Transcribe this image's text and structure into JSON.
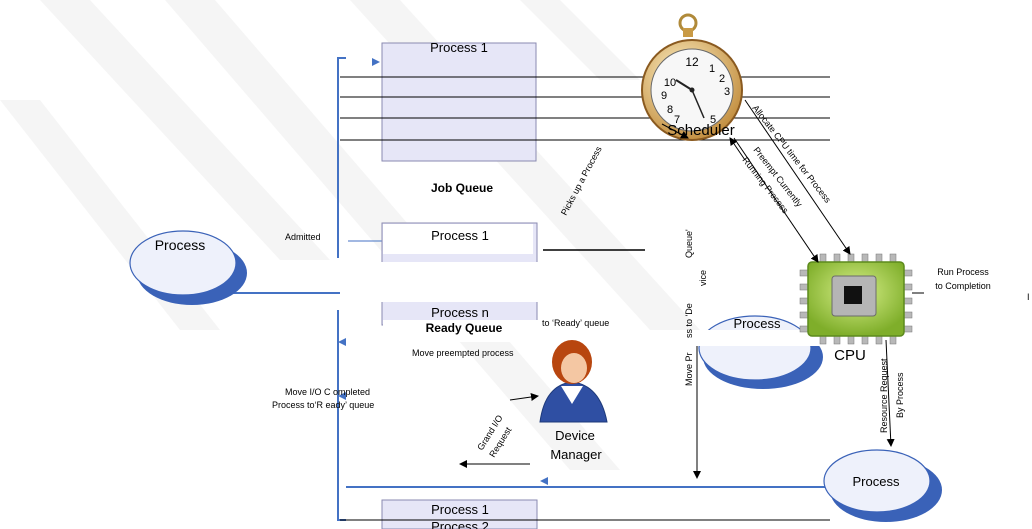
{
  "scheduler": {
    "label": "Scheduler",
    "icon": "pocket-watch-icon",
    "dial": {
      "n12": "12",
      "n1": "1",
      "n2": "2",
      "n3": "3",
      "n5": "5",
      "n7": "7",
      "n8": "8",
      "n9": "9",
      "n10": "10"
    }
  },
  "cpu": {
    "label": "CPU",
    "icon": "cpu-chip-icon"
  },
  "device_manager": {
    "label_line1": "Device",
    "label_line2": "Manager",
    "icon": "person-icon"
  },
  "job_queue": {
    "label": "Job Queue",
    "top_box": "Process 1"
  },
  "ready_queue": {
    "label": "Ready Queue",
    "box1": "Process 1",
    "box_n": "Process n"
  },
  "device_queue": {
    "box1": "Process 1",
    "box2": "Process 2"
  },
  "process_nodes": {
    "left": "Process",
    "middle": "Process",
    "bottom_right": "Process"
  },
  "edge_labels": {
    "admitted": "Admitted",
    "picks_up": "Picks up a Process",
    "allocate_cpu": "Allocate CPU time for Process",
    "preempt_line1": "Preempt Currently",
    "preempt_line2": "Running Process",
    "run_line1": "Run Process",
    "run_line2": "to Completion",
    "resource_line1": "Resource Request",
    "resource_line2": "By Process",
    "move_preempted": "Move preempted process",
    "to_ready": "to ‘Ready’ queue",
    "io_line1": "Move I/O C ompleted",
    "io_line2": "Process to‘R eady’ queue",
    "grand_line1": "Grand I/O",
    "grand_line2": "Request",
    "move_device_a": "Move Pr",
    "move_device_b": "ss  to  'De",
    "move_device_c": "Queue'",
    "move_device_d": "vice"
  },
  "colors": {
    "accent_blue": "#4472c4",
    "box_fill": "#e6e6f7",
    "node_shadow": "#3a62b8",
    "node_fill": "#eef1fb"
  }
}
